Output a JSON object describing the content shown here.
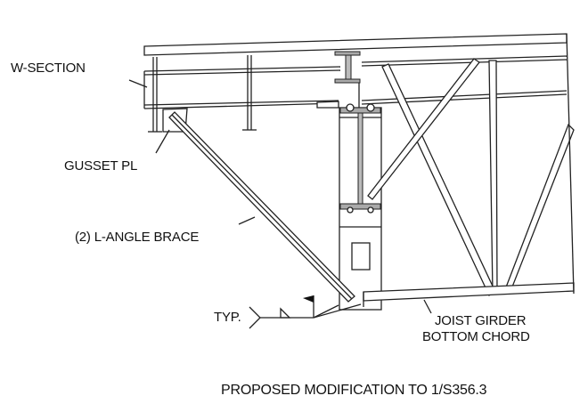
{
  "labels": {
    "w_section": "W-SECTION",
    "gusset": "GUSSET PL",
    "brace": "(2) L-ANGLE BRACE",
    "typ": "TYP.",
    "joist_line1": "JOIST GIRDER",
    "joist_line2": "BOTTOM CHORD",
    "caption": "PROPOSED MODIFICATION TO 1/S356.3"
  }
}
